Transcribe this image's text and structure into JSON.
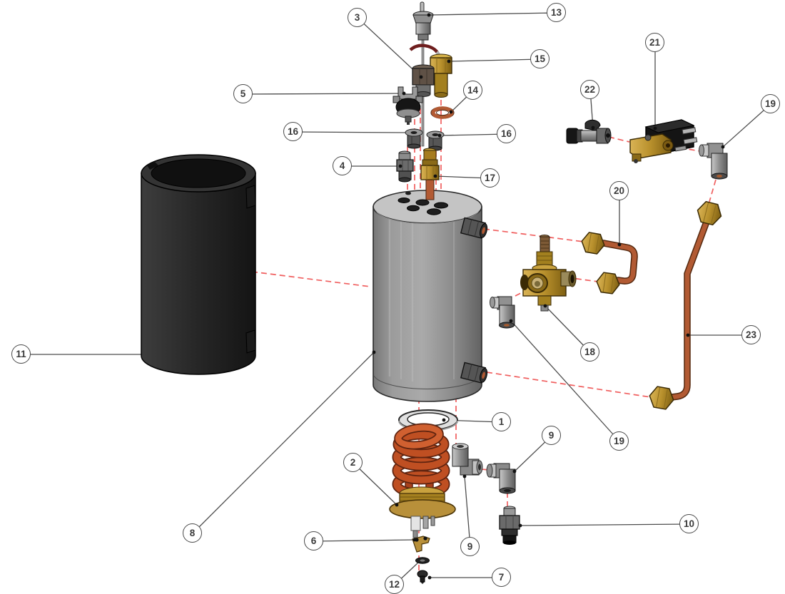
{
  "diagram": {
    "description_visible_text": "numbered part callouts only",
    "callouts": {
      "c1": "1",
      "c2": "2",
      "c3": "3",
      "c4": "4",
      "c5": "5",
      "c6": "6",
      "c7": "7",
      "c8": "8",
      "c9_upper": "9",
      "c9_lower": "9",
      "c10": "10",
      "c11": "11",
      "c12": "12",
      "c13": "13",
      "c14": "14",
      "c15": "15",
      "c16_left": "16",
      "c16_right": "16",
      "c17": "17",
      "c18": "18",
      "c19_upper": "19",
      "c19_lower": "19",
      "c20": "20",
      "c21": "21",
      "c22": "22",
      "c23": "23"
    },
    "colors": {
      "background": "#ffffff",
      "callout_stroke": "#4a4a4a",
      "leader": "#4d4d4d",
      "dashed": "#f05e5e",
      "copper": "#b25a33",
      "copper_dark": "#53280f",
      "brass": "#b8902c",
      "brass_dark": "#6d520e",
      "coil": "#bf4f22",
      "steel": "#8d8d8d",
      "black_part": "#1d1d1d"
    }
  }
}
